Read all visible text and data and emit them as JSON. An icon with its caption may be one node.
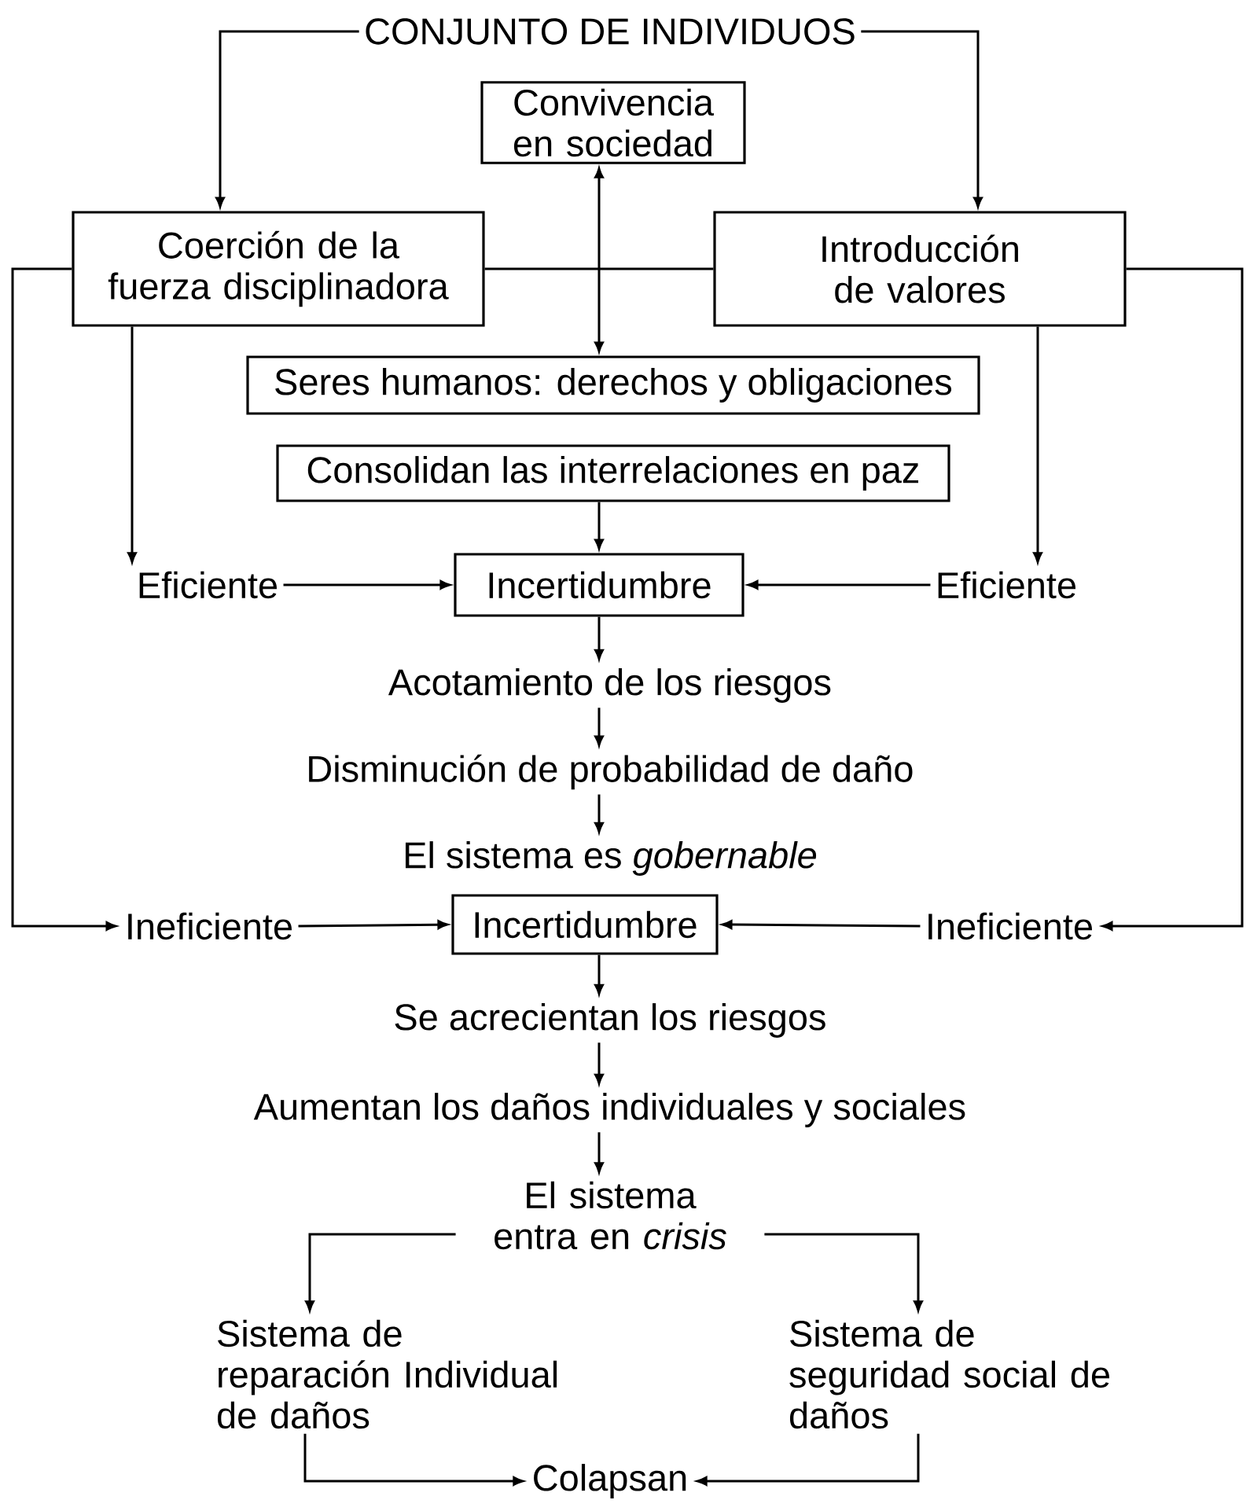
{
  "diagram": {
    "nodes": [
      {
        "text": [
          "CONJUNTO DE INDIVIDUOS"
        ]
      },
      {
        "text": [
          "Convivencia en sociedad"
        ]
      },
      {
        "text": [
          "Coerción de la fuerza disciplinadora"
        ]
      },
      {
        "text": [
          "Introducción de valores"
        ]
      },
      {
        "text": [
          "Seres humanos: derechos y obligaciones"
        ]
      },
      {
        "text": [
          "Consolidan las interrelaciones en paz"
        ]
      },
      {
        "text": [
          "Eficiente"
        ]
      },
      {
        "text": [
          "Incertidumbre"
        ]
      },
      {
        "text": [
          "Eficiente"
        ]
      },
      {
        "text": [
          "Acotamiento de los riesgos"
        ]
      },
      {
        "text": [
          "Disminución de probabilidad de daño"
        ]
      },
      {
        "text": [
          "El sistema es *gobernable*"
        ]
      },
      {
        "text": [
          "Ineficiente"
        ]
      },
      {
        "text": [
          "Incertidumbre"
        ]
      },
      {
        "text": [
          "Ineficiente"
        ]
      },
      {
        "text": [
          "Se acrecientan los riesgos"
        ]
      },
      {
        "text": [
          "Aumentan los daños individuales y sociales"
        ]
      },
      {
        "text": [
          "El sistema entra en *crisis*"
        ]
      },
      {
        "text": [
          "Sistema de reparación Individual de daños"
        ]
      },
      {
        "text": [
          "Sistema de seguridad social de daños"
        ]
      },
      {
        "text": [
          "Colapsan"
        ]
      }
    ],
    "edges": [
      {
        "from": 0,
        "to": 2,
        "arrow": "to"
      },
      {
        "from": 0,
        "to": 3,
        "arrow": "to"
      },
      {
        "from": 1,
        "to": 4,
        "arrow": "both"
      },
      {
        "from": 2,
        "to": 3,
        "arrow": "none"
      },
      {
        "from": 2,
        "to": 12,
        "arrow": "to"
      },
      {
        "from": 3,
        "to": 14,
        "arrow": "to"
      },
      {
        "from": 2,
        "to": 6,
        "arrow": "to"
      },
      {
        "from": 3,
        "to": 8,
        "arrow": "to"
      },
      {
        "from": 5,
        "to": 7,
        "arrow": "to"
      },
      {
        "from": 6,
        "to": 7,
        "arrow": "to"
      },
      {
        "from": 8,
        "to": 7,
        "arrow": "to"
      },
      {
        "from": 7,
        "to": 9,
        "arrow": "to"
      },
      {
        "from": 9,
        "to": 10,
        "arrow": "to"
      },
      {
        "from": 10,
        "to": 11,
        "arrow": "to"
      },
      {
        "from": 12,
        "to": 13,
        "arrow": "to"
      },
      {
        "from": 14,
        "to": 13,
        "arrow": "to"
      },
      {
        "from": 13,
        "to": 15,
        "arrow": "to"
      },
      {
        "from": 15,
        "to": 16,
        "arrow": "to"
      },
      {
        "from": 16,
        "to": 17,
        "arrow": "to"
      },
      {
        "from": 17,
        "to": 18,
        "arrow": "to"
      },
      {
        "from": 17,
        "to": 19,
        "arrow": "to"
      },
      {
        "from": 18,
        "to": 20,
        "arrow": "to"
      },
      {
        "from": 19,
        "to": 20,
        "arrow": "to"
      }
    ]
  }
}
